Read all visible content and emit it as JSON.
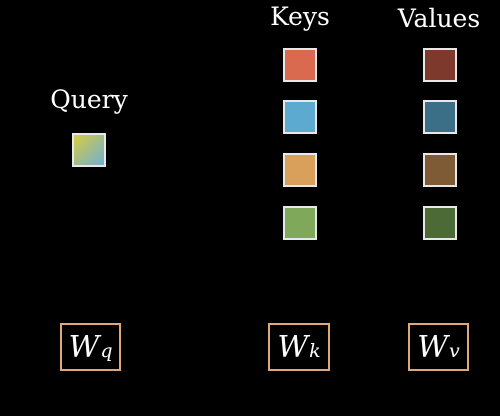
{
  "labels": {
    "query": "Query",
    "keys": "Keys",
    "values": "Values"
  },
  "query": {
    "gradient_from": "#d8cc40",
    "gradient_to": "#6fb0d4"
  },
  "keys": [
    {
      "color": "#d9694f"
    },
    {
      "color": "#5daad1"
    },
    {
      "color": "#d9a05c"
    },
    {
      "color": "#7fa85a"
    }
  ],
  "values": [
    {
      "color": "#7d3a2c"
    },
    {
      "color": "#3b6f88"
    },
    {
      "color": "#7f5b35"
    },
    {
      "color": "#4c6a35"
    }
  ],
  "weights": {
    "q": {
      "base": "W",
      "sub": "q"
    },
    "k": {
      "base": "W",
      "sub": "k"
    },
    "v": {
      "base": "W",
      "sub": "v"
    }
  },
  "colors": {
    "background": "#000000",
    "text": "#ffffff",
    "square_border": "#e8e8e8",
    "weight_border": "#e0a878"
  }
}
